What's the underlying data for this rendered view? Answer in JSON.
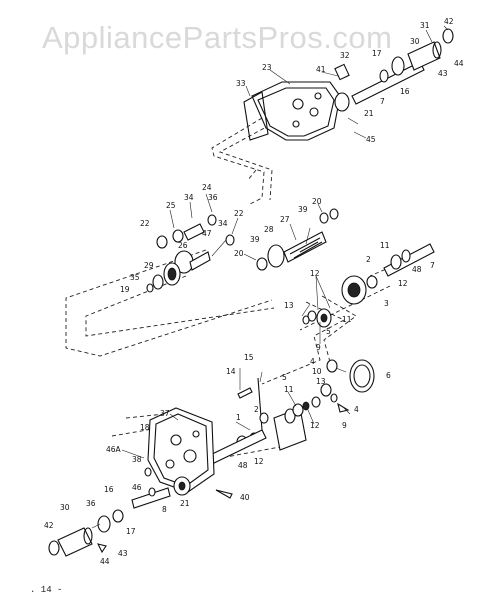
{
  "watermark": "AppliancePartsPros.com",
  "footer_text": ". 14 -",
  "callouts": [
    {
      "id": "c42a",
      "text": "42"
    },
    {
      "id": "c31a",
      "text": "31"
    },
    {
      "id": "c23",
      "text": "23"
    },
    {
      "id": "c41",
      "text": "41"
    },
    {
      "id": "c32",
      "text": "32"
    },
    {
      "id": "c17a",
      "text": "17"
    },
    {
      "id": "c30a",
      "text": "30"
    },
    {
      "id": "c43a",
      "text": "43"
    },
    {
      "id": "c44a",
      "text": "44"
    },
    {
      "id": "c33",
      "text": "33"
    },
    {
      "id": "c16a",
      "text": "16"
    },
    {
      "id": "c7a",
      "text": "7"
    },
    {
      "id": "c21a",
      "text": "21"
    },
    {
      "id": "c45",
      "text": "45"
    },
    {
      "id": "c24",
      "text": "24"
    },
    {
      "id": "c34a",
      "text": "34"
    },
    {
      "id": "c36",
      "text": "36"
    },
    {
      "id": "c25",
      "text": "25"
    },
    {
      "id": "c22a",
      "text": "22"
    },
    {
      "id": "c22b",
      "text": "22"
    },
    {
      "id": "c20a",
      "text": "20"
    },
    {
      "id": "c39a",
      "text": "39"
    },
    {
      "id": "c27",
      "text": "27"
    },
    {
      "id": "c34b",
      "text": "34"
    },
    {
      "id": "c26",
      "text": "26"
    },
    {
      "id": "c28",
      "text": "28"
    },
    {
      "id": "c47",
      "text": "47"
    },
    {
      "id": "c39b",
      "text": "39"
    },
    {
      "id": "c20b",
      "text": "20"
    },
    {
      "id": "c11a",
      "text": "11"
    },
    {
      "id": "c2a",
      "text": "2"
    },
    {
      "id": "c7b",
      "text": "7"
    },
    {
      "id": "c48a",
      "text": "48"
    },
    {
      "id": "c29",
      "text": "29"
    },
    {
      "id": "c35",
      "text": "35"
    },
    {
      "id": "c19",
      "text": "19"
    },
    {
      "id": "c12a",
      "text": "12"
    },
    {
      "id": "c12b",
      "text": "12"
    },
    {
      "id": "c13a",
      "text": "13"
    },
    {
      "id": "c11b",
      "text": "11"
    },
    {
      "id": "c3",
      "text": "3"
    },
    {
      "id": "c5a",
      "text": "5"
    },
    {
      "id": "c9a",
      "text": "9"
    },
    {
      "id": "c15",
      "text": "15"
    },
    {
      "id": "c4a",
      "text": "4"
    },
    {
      "id": "c10",
      "text": "10"
    },
    {
      "id": "c6",
      "text": "6"
    },
    {
      "id": "c14",
      "text": "14"
    },
    {
      "id": "c13b",
      "text": "13"
    },
    {
      "id": "c5b",
      "text": "5"
    },
    {
      "id": "c11c",
      "text": "11"
    },
    {
      "id": "c4b",
      "text": "4"
    },
    {
      "id": "c9b",
      "text": "9"
    },
    {
      "id": "c37",
      "text": "37"
    },
    {
      "id": "c2b",
      "text": "2"
    },
    {
      "id": "c12c",
      "text": "12"
    },
    {
      "id": "c1",
      "text": "1"
    },
    {
      "id": "c18",
      "text": "18"
    },
    {
      "id": "c48b",
      "text": "48"
    },
    {
      "id": "c12d",
      "text": "12"
    },
    {
      "id": "c46a",
      "text": "46A"
    },
    {
      "id": "c38",
      "text": "38"
    },
    {
      "id": "c46",
      "text": "46"
    },
    {
      "id": "c8",
      "text": "8"
    },
    {
      "id": "c40",
      "text": "40"
    },
    {
      "id": "c21b",
      "text": "21"
    },
    {
      "id": "c30b",
      "text": "30"
    },
    {
      "id": "c16b",
      "text": "16"
    },
    {
      "id": "c42b",
      "text": "42"
    },
    {
      "id": "c17b",
      "text": "17"
    },
    {
      "id": "c43b",
      "text": "43"
    },
    {
      "id": "c44b",
      "text": "44"
    }
  ]
}
